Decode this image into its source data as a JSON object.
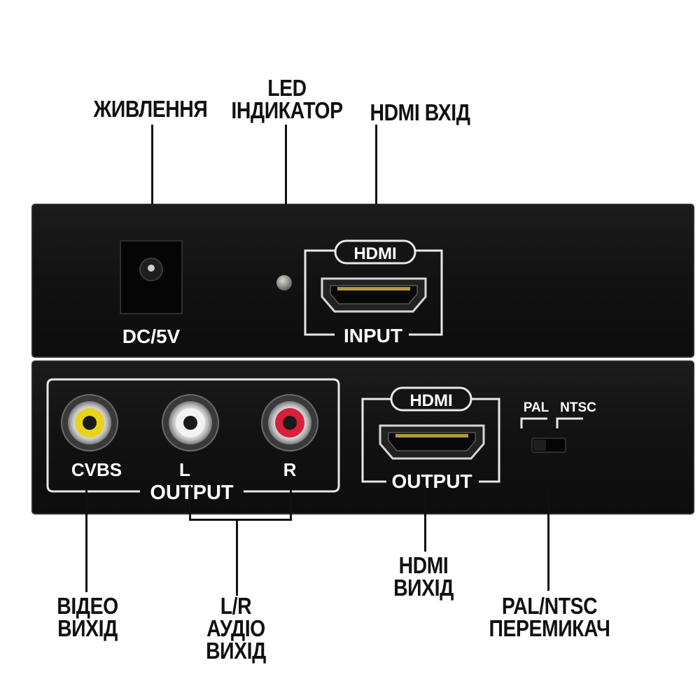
{
  "callouts": {
    "power": "ЖИВЛЕННЯ",
    "led_line1": "LED",
    "led_line2": "ІНДИКАТОР",
    "hdmi_in": "HDMI ВХІД",
    "video_out_line1": "ВІДЕО",
    "video_out_line2": "ВИХІД",
    "audio_out_line1": "L/R",
    "audio_out_line2": "АУДІО",
    "audio_out_line3": "ВИХІД",
    "hdmi_out_line1": "HDMI",
    "hdmi_out_line2": "ВИХІД",
    "switch_line1": "PAL/NTSC",
    "switch_line2": "ПЕРЕМИКАЧ"
  },
  "top_panel": {
    "dc_label": "DC/5V",
    "hdmi_badge": "HDMI",
    "hdmi_caption": "INPUT"
  },
  "bottom_panel": {
    "cvbs_label": "CVBS",
    "left_label": "L",
    "right_label": "R",
    "rca_group_caption": "OUTPUT",
    "hdmi_badge": "HDMI",
    "hdmi_caption": "OUTPUT",
    "pal_label": "PAL",
    "ntsc_label": "NTSC"
  },
  "colors": {
    "panel": "#141414",
    "panel_edge": "#2a2a2a",
    "text": "#111111",
    "jack_yellow": "#e8d21a",
    "jack_white": "#f2f2f2",
    "jack_red": "#d81f3c",
    "led": "#8a8a80"
  }
}
